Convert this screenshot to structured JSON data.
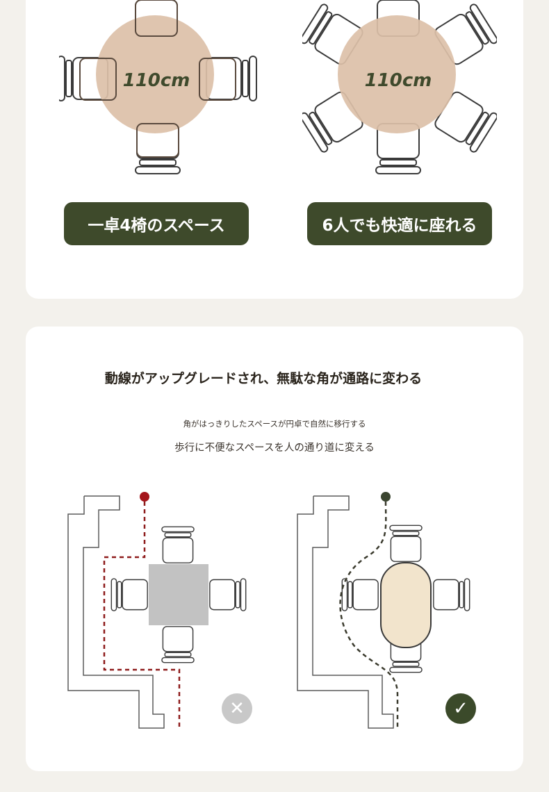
{
  "top_section": {
    "left_diagram": {
      "size_label": "110cm"
    },
    "right_diagram": {
      "size_label": "110cm"
    },
    "left_pill_label": "一卓4椅のスペース",
    "right_pill_label": "6人でも快適に座れる"
  },
  "bottom_section": {
    "heading": "動線がアップグレードされ、無駄な角が通路に変わる",
    "subtitle_small": "角がはっきりしたスペースが円卓で自然に移行する",
    "subtitle": "歩行に不便なスペースを人の通り道に変える",
    "left_badge_icon": "x-icon",
    "right_badge_icon": "check-icon"
  },
  "colors": {
    "table_round": "#dcc0a8",
    "pill_bg": "#3e4a2b",
    "path_bad": "#8e1b1b",
    "path_good": "#3b3b2e",
    "square_table": "#c2c2c2",
    "oval_table": "#f2e4cc"
  }
}
